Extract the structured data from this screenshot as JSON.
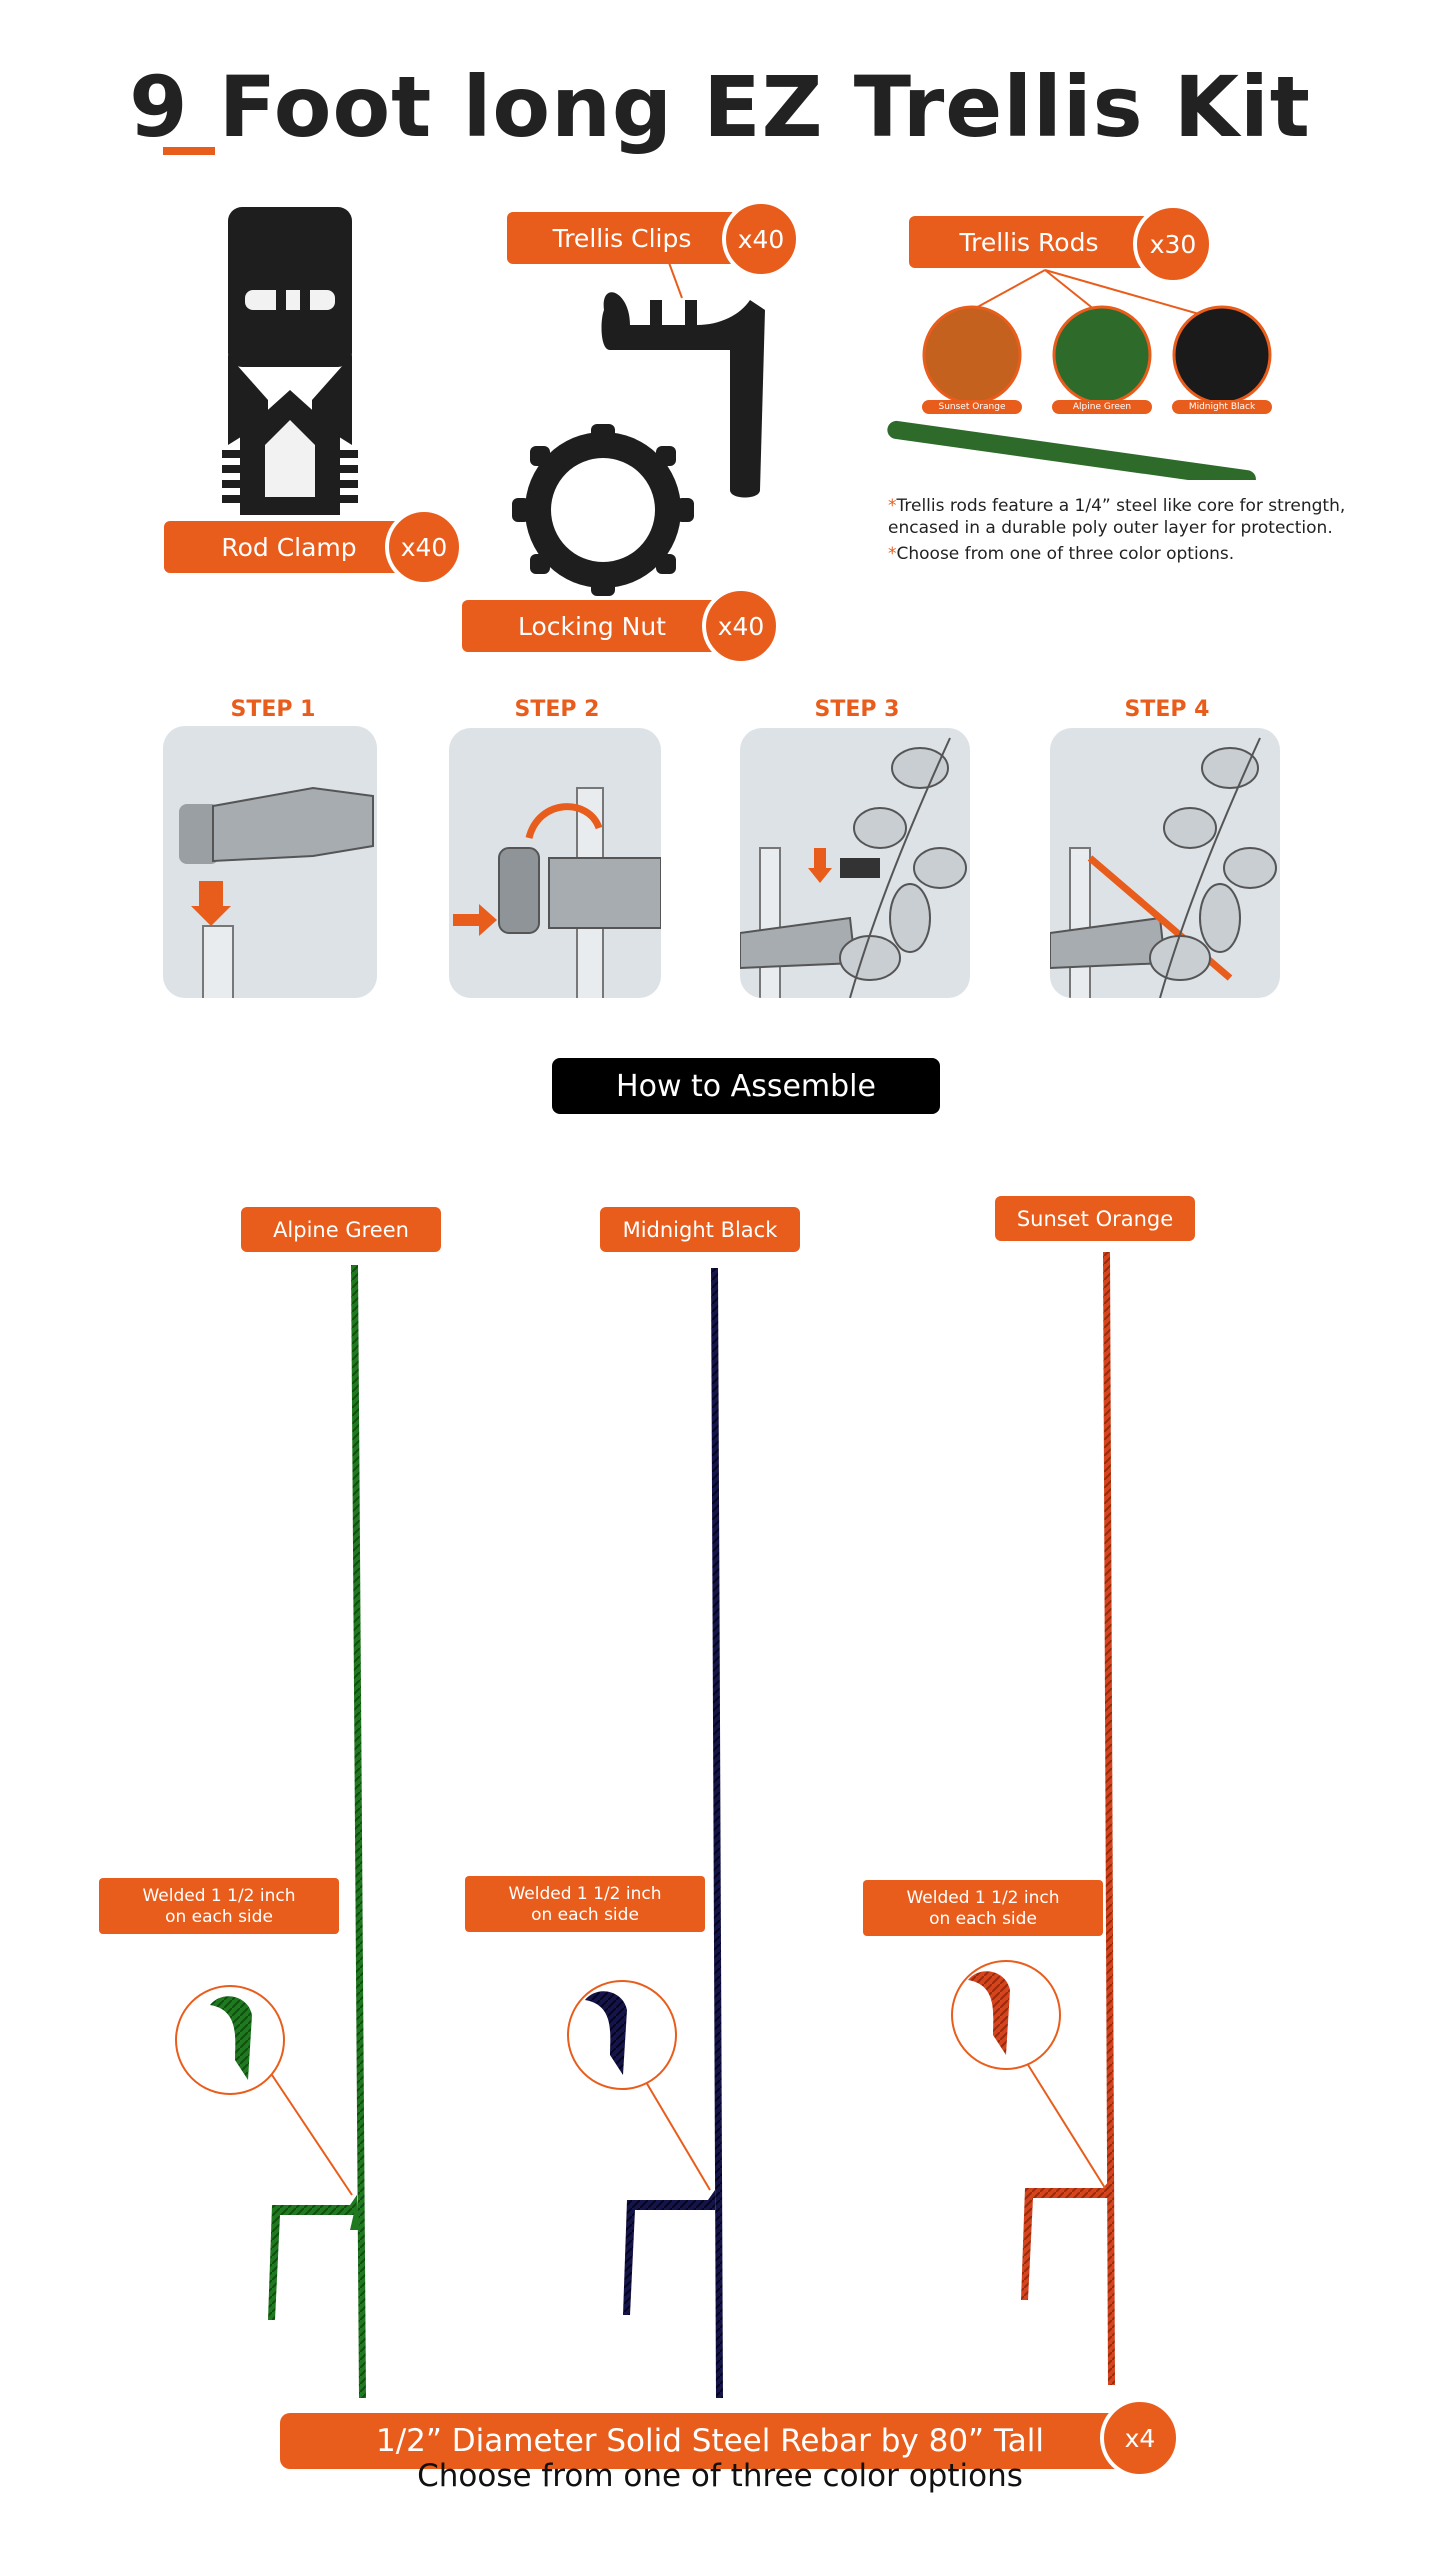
{
  "title": "9 Foot long EZ Trellis Kit",
  "parts": {
    "rod_clamp": {
      "label": "Rod Clamp",
      "qty": "x40"
    },
    "trellis_clips": {
      "label": "Trellis Clips",
      "qty": "x40"
    },
    "locking_nut": {
      "label": "Locking Nut",
      "qty": "x40"
    },
    "trellis_rods": {
      "label": "Trellis Rods",
      "qty": "x30"
    }
  },
  "rod_swatches": [
    {
      "label": "Sunset Orange",
      "color": "#c4611e"
    },
    {
      "label": "Alpine Green",
      "color": "#2e6b2a"
    },
    {
      "label": "Midnight Black",
      "color": "#1a1a1a"
    }
  ],
  "notes": {
    "asterisk": "*",
    "line1": "Trellis rods feature a 1/4” steel like core for strength,",
    "line2": "encased in a durable poly outer layer for protection.",
    "line3": "Choose from one of three color options."
  },
  "steps": [
    "STEP 1",
    "STEP 2",
    "STEP 3",
    "STEP 4"
  ],
  "assemble_label": "How to Assemble",
  "stakes": [
    {
      "label": "Alpine Green",
      "color": "#1f7a1f",
      "weld": "Welded 1 1/2 inch on each side",
      "weld_line1": "Welded 1 1/2 inch",
      "weld_line2": "on each side"
    },
    {
      "label": "Midnight Black",
      "color": "#15144a",
      "weld": "Welded 1 1/2 inch on each side",
      "weld_line1": "Welded 1 1/2 inch",
      "weld_line2": "on each side"
    },
    {
      "label": "Sunset Orange",
      "color": "#d5441c",
      "weld_line1": "Welded 1 1/2 inch",
      "weld_line2": "on each side"
    }
  ],
  "rebar": {
    "label": "1/2” Diameter Solid Steel Rebar by 80” Tall",
    "qty": "x4"
  },
  "bottom_caption": "Choose from one of three color options",
  "colors": {
    "accent": "#e95d1c",
    "text": "#222222",
    "step_bg": "#dde2e7"
  }
}
